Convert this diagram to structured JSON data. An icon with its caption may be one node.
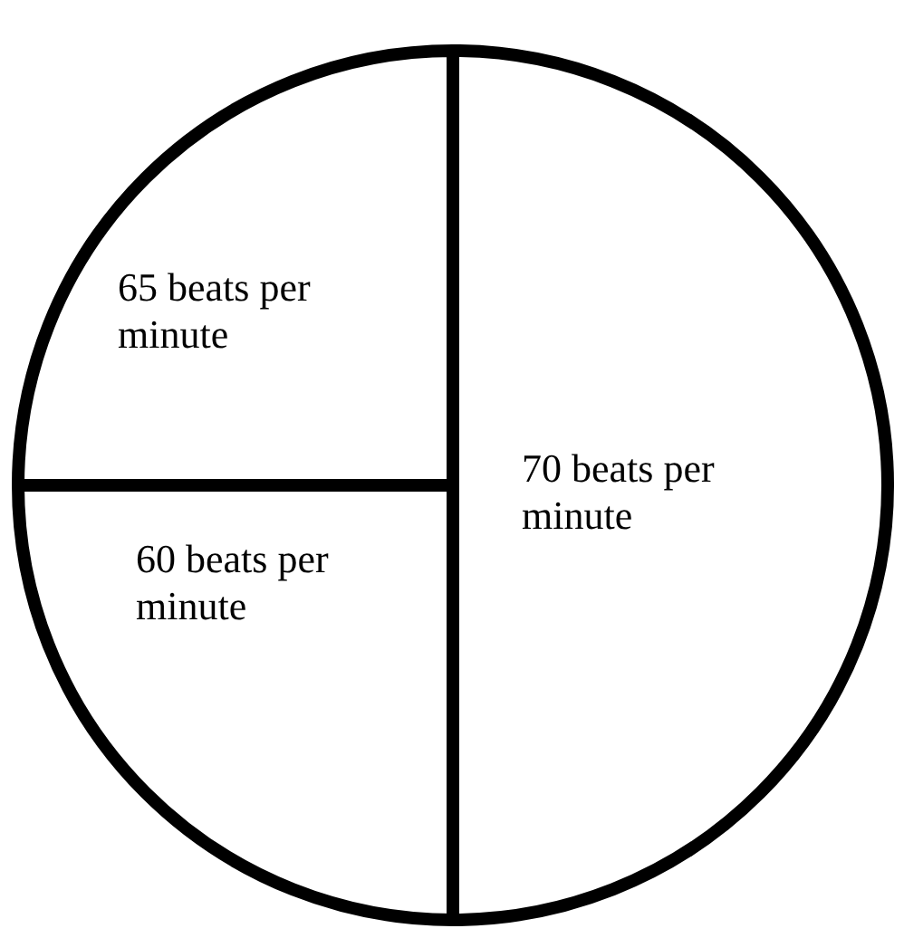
{
  "diagram": {
    "nodes": [
      {
        "text": [
          "65 beats per minute"
        ]
      },
      {
        "text": [
          "60 beats per minute"
        ]
      },
      {
        "text": [
          "70 beats per minute"
        ]
      }
    ]
  }
}
